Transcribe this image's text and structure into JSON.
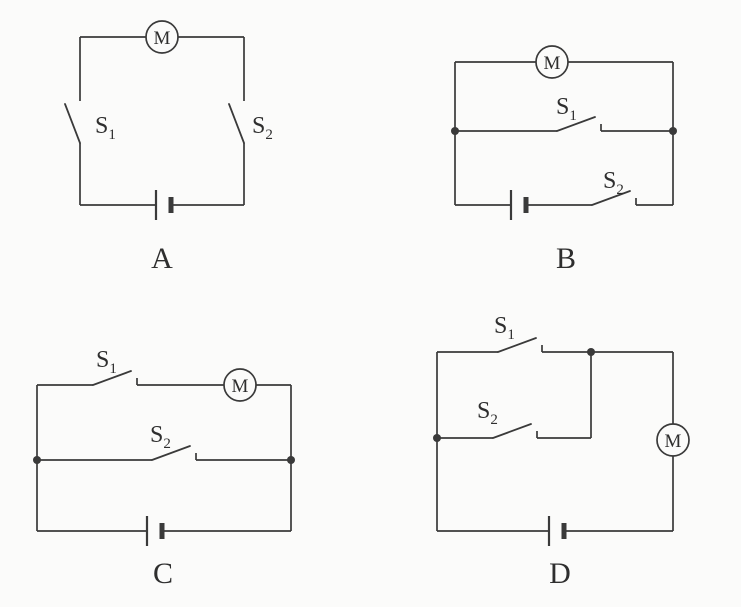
{
  "figure": {
    "colors": {
      "line": "#3a3a3a",
      "text": "#2e2e2e",
      "background": "#fbfbfa"
    },
    "circuits": {
      "a": {
        "caption": "A",
        "motor_label": "M",
        "s1": {
          "base": "S",
          "sub": "1"
        },
        "s2": {
          "base": "S",
          "sub": "2"
        }
      },
      "b": {
        "caption": "B",
        "motor_label": "M",
        "s1": {
          "base": "S",
          "sub": "1"
        },
        "s2": {
          "base": "S",
          "sub": "2"
        }
      },
      "c": {
        "caption": "C",
        "motor_label": "M",
        "s1": {
          "base": "S",
          "sub": "1"
        },
        "s2": {
          "base": "S",
          "sub": "2"
        }
      },
      "d": {
        "caption": "D",
        "motor_label": "M",
        "s1": {
          "base": "S",
          "sub": "1"
        },
        "s2": {
          "base": "S",
          "sub": "2"
        }
      }
    }
  }
}
